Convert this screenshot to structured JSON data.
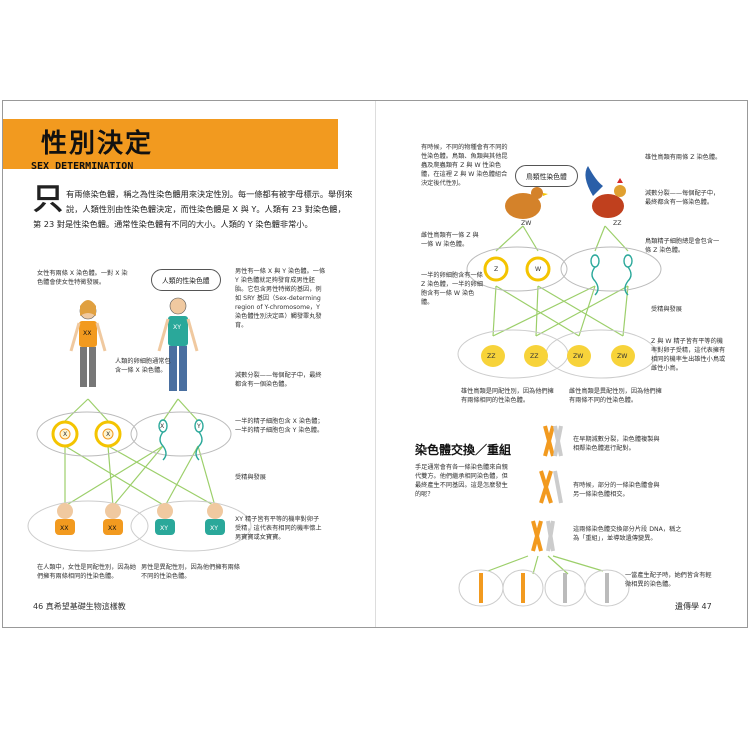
{
  "left_page": {
    "title": "性別決定",
    "subtitle": "SEX DETERMINATION",
    "intro_dropcap": "只",
    "intro_text": "有兩條染色體，稱之為性染色體用來決定性別。每一條都有被字母標示。舉例來說，人類性別由性染色體決定，而性染色體是 X 與 Y。人類有 23 對染色體，第 23 對是性染色體。通常性染色體有不同的大小。人類的 Y 染色體非常小。",
    "human_label": "人類的性染色體",
    "female_note": "女性有兩條 X 染色體。一對 X 染色體會使女性特徵發展。",
    "male_note": "男性有一條 X 與 Y 染色體。一條 Y 染色體就足夠發育成男性胚胎。它包含男性特徵的基因，例如 SRY 基因（Sex-determing region of Y-chromosome，Y 染色體性別決定區）觸發睪丸發育。",
    "egg_note": "人類的卵細胞通常包含一條 X 染色體。",
    "meiosis_note": "減數分裂——每個配子中，最終都含有一個染色體。",
    "sperm_note": "一半的精子細胞包含 X 染色體；一半的精子細胞包含 Y 染色體。",
    "fert_note": "受精與發展",
    "xy_note": "XY 精子皆有平等的機率對卵子受精，這代表有相同的機率懷上男寶寶或女寶寶。",
    "female_result": "在人類中，女性是同配性別，因為她們擁有兩條相同的性染色體。",
    "male_result": "男性是異配性別，因為他們擁有兩條不同的性染色體。",
    "female_tag": "XX",
    "male_tag": "XY",
    "egg_tag": "X",
    "sperm_x": "X",
    "sperm_y": "Y",
    "footer_num": "46",
    "footer_text": "真希望基礎生物這樣教"
  },
  "right_page": {
    "bird_top_note": "有時候，不同的物種會有不同的性染色體。鳥類、魚類與其他昆蟲及爬蟲類有 Z 與 W 性染色體，在這裡 Z 與 W 染色體組合決定後代性別。",
    "bird_label": "鳥類性染色體",
    "male_bird_note": "雄性鳥類有兩條 Z 染色體。",
    "female_bird_note": "雌性鳥類有一條 Z 與一條 W 染色體。",
    "meiosis_note": "減數分裂——每個配子中，最終都含有一條染色體。",
    "sperm_note": "鳥類精子細胞總是會包含一條 Z 染色體。",
    "egg_note": "一半的卵細胞含有一條 Z 染色體，一半的卵細胞含有一條 W 染色體。",
    "fert_note": "受精與發展",
    "zw_note": "Z 與 W 精子皆有平等的機率對卵子受精，這代表擁有相同的機率生出雄性小鳥或雌性小鳥。",
    "male_result": "雄性鳥類是同配性別，因為他們擁有兩條相同的性染色體。",
    "female_result": "雌性鳥類是異配性別，因為他們擁有兩條不同的性染色體。",
    "hen_tag": "ZW",
    "rooster_tag": "ZZ",
    "egg_z": "Z",
    "egg_w": "W",
    "chick_tags": [
      "ZZ",
      "ZZ",
      "ZW",
      "ZW"
    ],
    "crossover_title": "染色體交換／重組",
    "crossover_intro": "手足通常會有各一條染色體來自親代雙方。他們繼承相同染色體，但最終產生不同基因。這是怎麼發生的呢？",
    "step1": "在早期減數分裂，染色體複製與相鄰染色體進行配對。",
    "step2": "有時候，部分的一條染色體會與另一條染色體相交。",
    "step3": "這兩條染色體交換部分片段 DNA，稱之為「重組」，並導致遺傳變異。",
    "step4": "一當產生配子時，她們皆含有輕微相異的染色體。",
    "footer_text": "遺傳學",
    "footer_num": "47"
  },
  "colors": {
    "accent_orange": "#f29a1f",
    "gene_green": "#9ccf6a",
    "shirt_teal": "#2aa89a",
    "egg_yellow": "#f4c400",
    "chick_yellow": "#f7d33a"
  }
}
